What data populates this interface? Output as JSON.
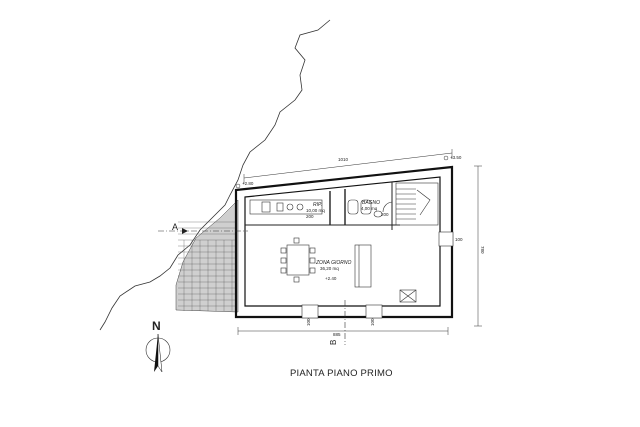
{
  "title": "PIANTA PIANO PRIMO",
  "north_label": "N",
  "section_labels": {
    "a": "A",
    "b": "B"
  },
  "levels": {
    "left": "+2.80",
    "right": "+3.50"
  },
  "dimensions": {
    "top_total": "1010",
    "right_total": "780",
    "bottom_main": "885",
    "bottom_window_1": "100",
    "bottom_window_2": "100",
    "right_window": "100"
  },
  "rooms": {
    "cucina": {
      "name": "RIP.",
      "area": "10,00 mq",
      "door": "200"
    },
    "bagno": {
      "name": "BAGNO",
      "area": "4,00 mq",
      "door": "200"
    },
    "zona_giorno": {
      "name": "ZONA GIORNO",
      "area": "36,20 mq",
      "level": "+2.40"
    }
  }
}
